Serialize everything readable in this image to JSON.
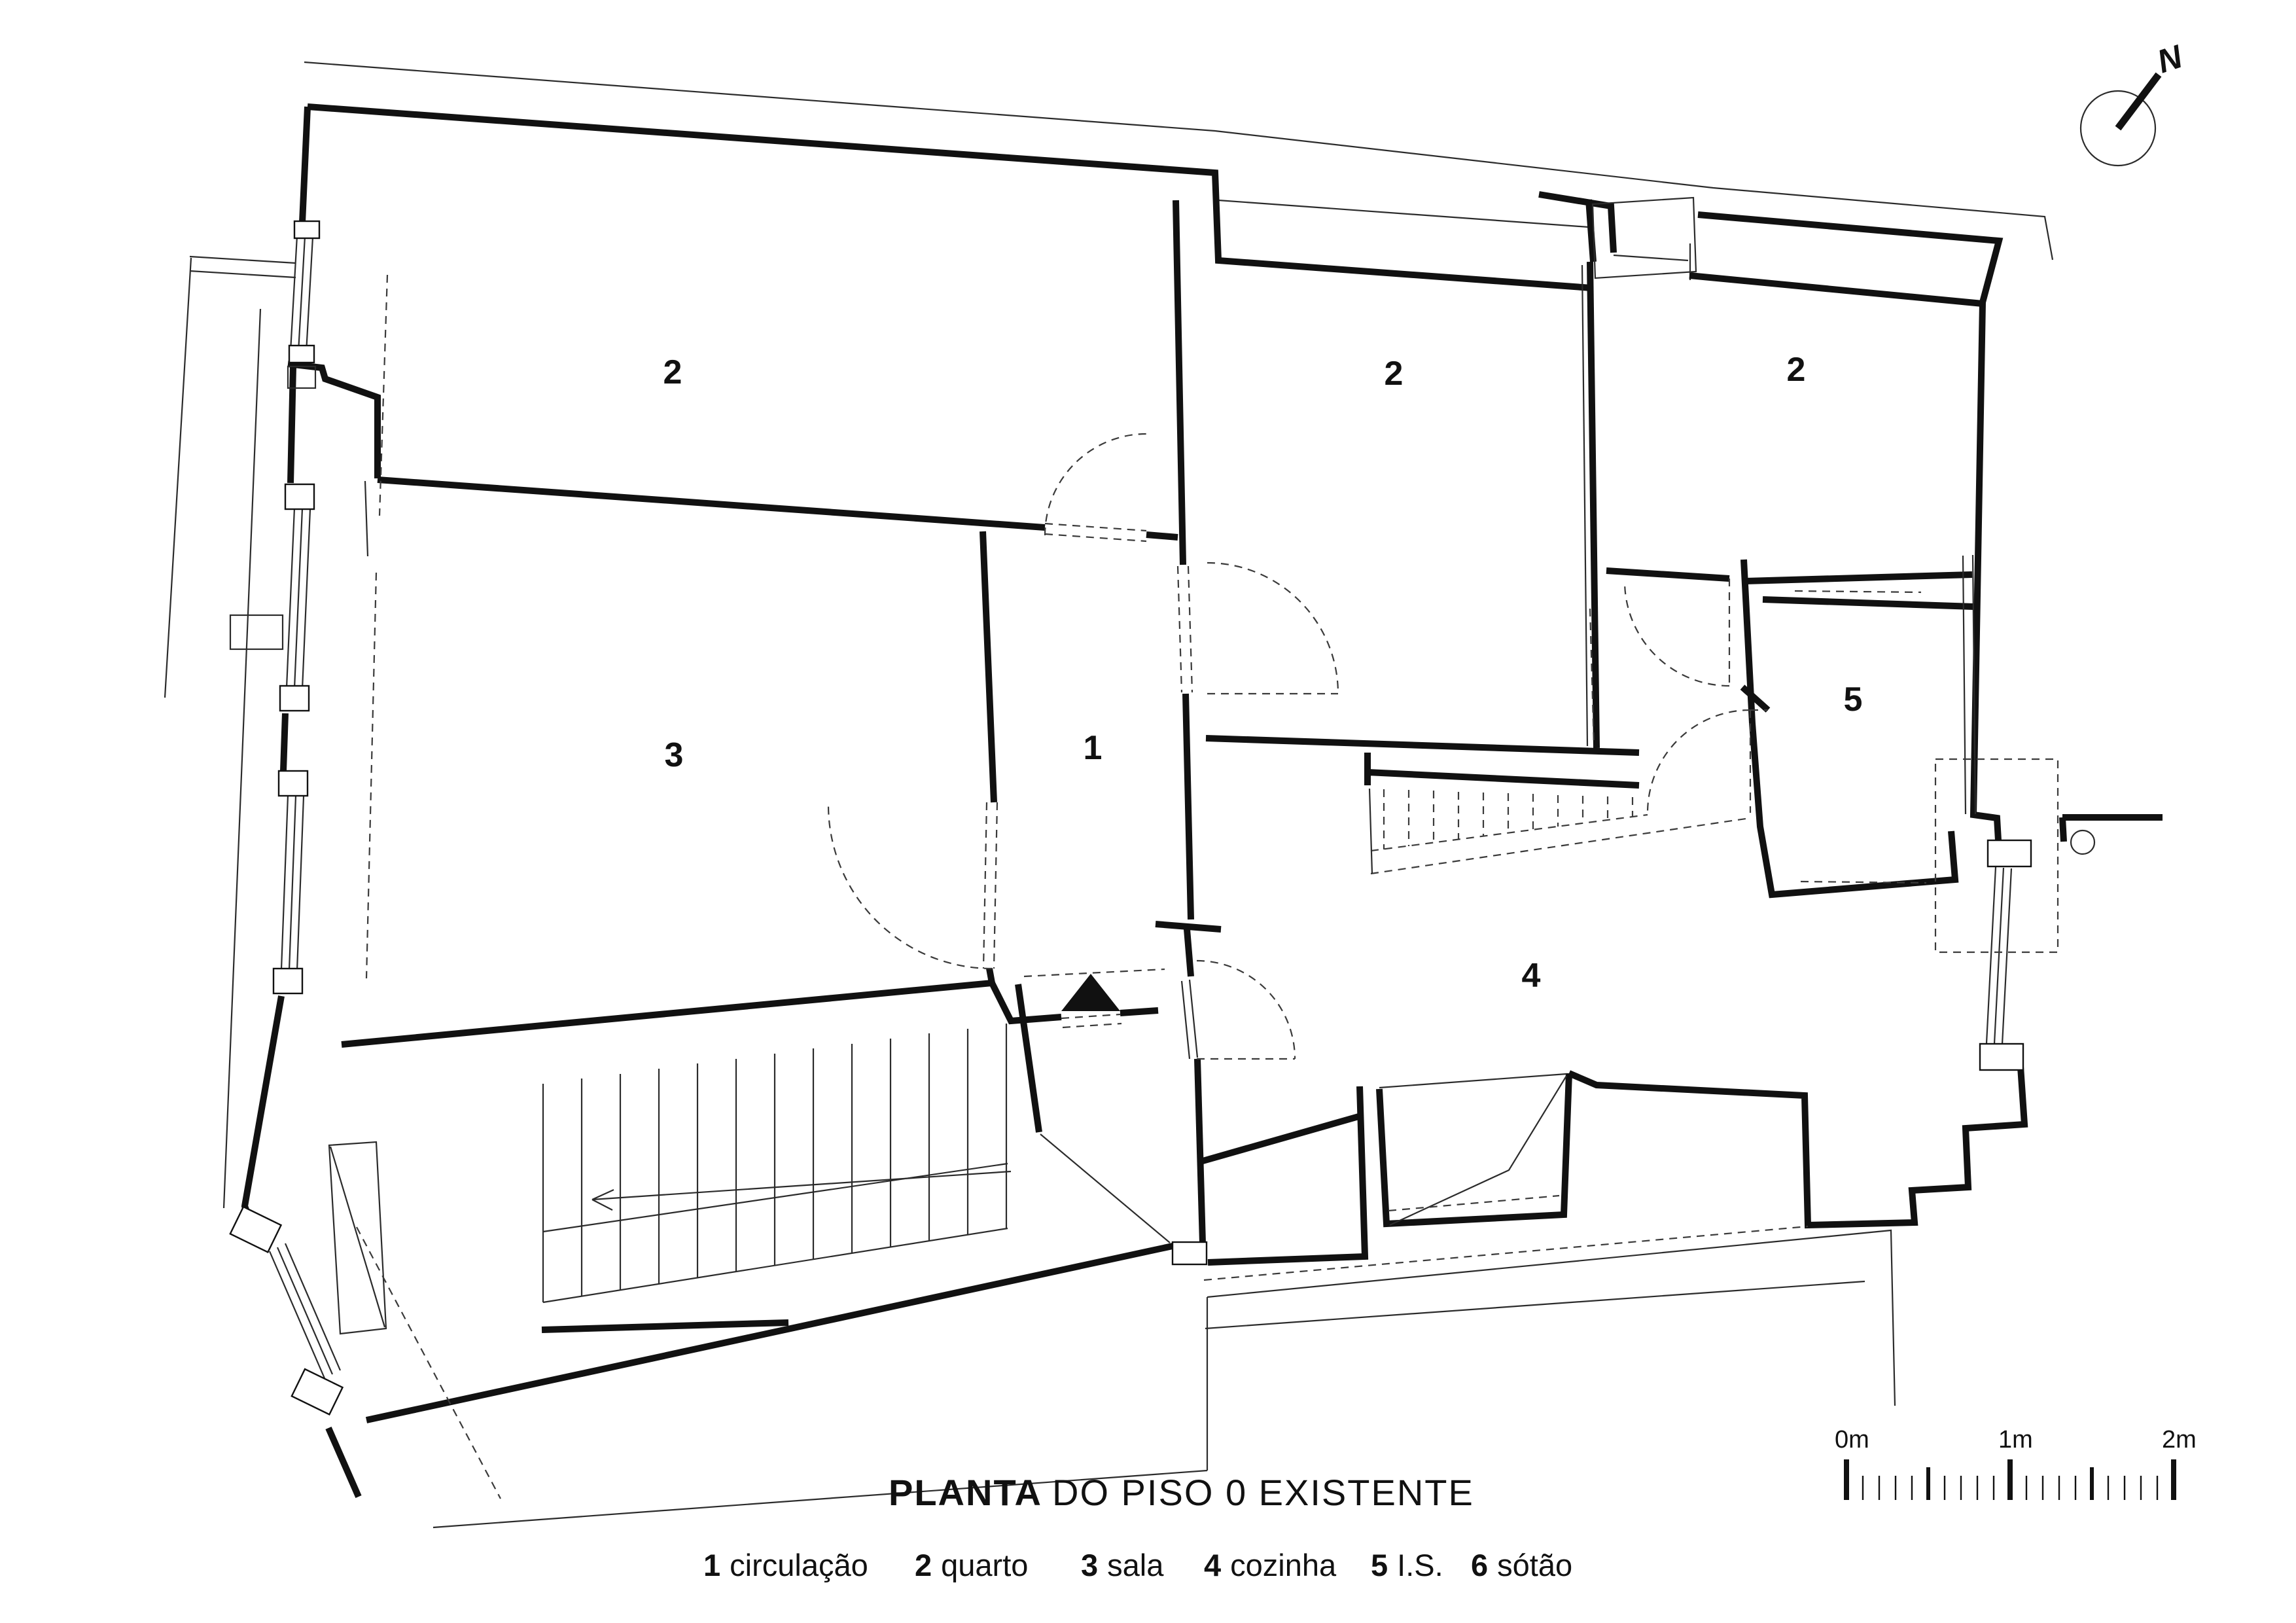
{
  "title": {
    "bold": "PLANTA",
    "rest": "DO PISO 0 EXISTENTE"
  },
  "legend": {
    "items": [
      {
        "num": "1",
        "label": "circulação"
      },
      {
        "num": "2",
        "label": "quarto"
      },
      {
        "num": "3",
        "label": "sala"
      },
      {
        "num": "4",
        "label": "cozinha"
      },
      {
        "num": "5",
        "label": "I.S."
      },
      {
        "num": "6",
        "label": "sótão"
      }
    ]
  },
  "room_labels": [
    {
      "id": "bedroom-top-left",
      "text": "2"
    },
    {
      "id": "bedroom-middle",
      "text": "2"
    },
    {
      "id": "bedroom-right",
      "text": "2"
    },
    {
      "id": "living-room",
      "text": "3"
    },
    {
      "id": "circulation",
      "text": "1"
    },
    {
      "id": "bathroom",
      "text": "5"
    },
    {
      "id": "kitchen",
      "text": "4"
    }
  ],
  "scale_bar": {
    "labels": [
      "0m",
      "1m",
      "2m"
    ]
  },
  "north": {
    "label": "N"
  },
  "colors": {
    "line": "#111111",
    "background": "#ffffff"
  }
}
